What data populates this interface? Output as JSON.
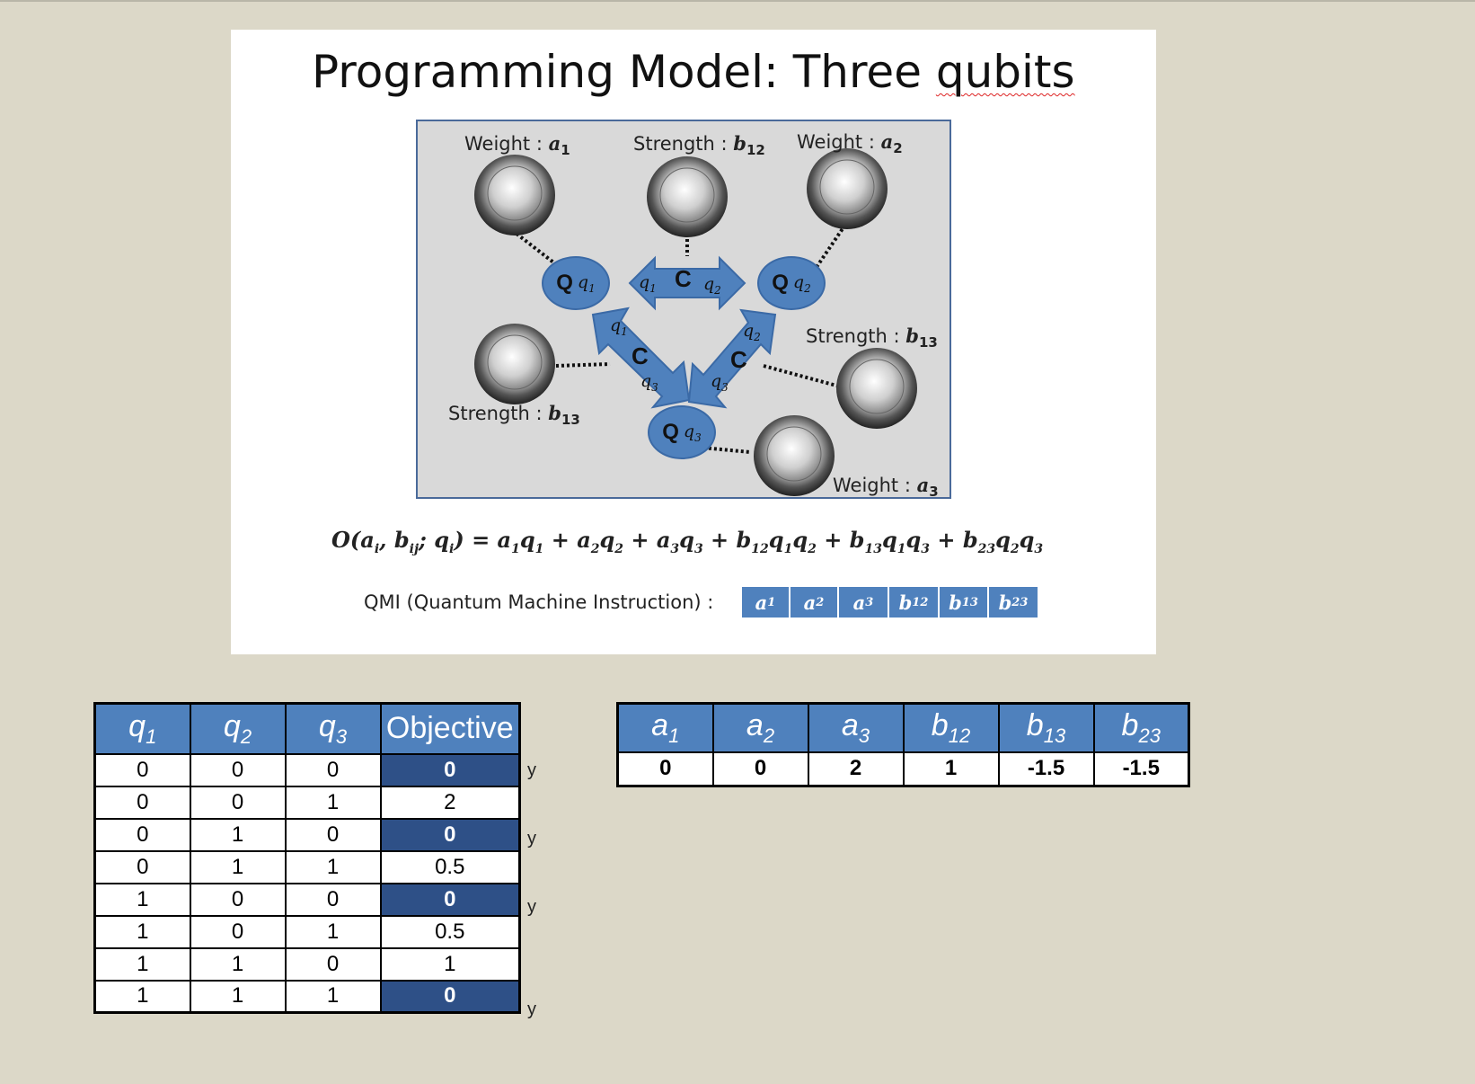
{
  "slide": {
    "title_prefix": "Programming Model: Three ",
    "title_squiggle": "qubits",
    "diagram": {
      "labels": {
        "weight_a1": {
          "text": "Weight : ",
          "sym": "a",
          "sub": "1"
        },
        "strength_b12": {
          "text": "Strength : ",
          "sym": "b",
          "sub": "12"
        },
        "weight_a2": {
          "text": "Weight : ",
          "sym": "a",
          "sub": "2"
        },
        "strength_b13_right": {
          "text": "Strength : ",
          "sym": "b",
          "sub": "13"
        },
        "strength_b13_left": {
          "text": "Strength : ",
          "sym": "b",
          "sub": "13"
        },
        "weight_a3": {
          "text": "Weight : ",
          "sym": "a",
          "sub": "3"
        }
      },
      "qubits": [
        {
          "letter": "Q",
          "sym": "q",
          "sub": "1"
        },
        {
          "letter": "Q",
          "sym": "q",
          "sub": "2"
        },
        {
          "letter": "Q",
          "sym": "q",
          "sub": "3"
        }
      ],
      "couplers": [
        {
          "letter": "C",
          "end_a": "1",
          "end_b": "2"
        },
        {
          "letter": "C",
          "end_a": "1",
          "end_b": "3"
        },
        {
          "letter": "C",
          "end_a": "2",
          "end_b": "3"
        }
      ],
      "colors": {
        "node": "#4f81bd",
        "panel": "#d9d9d9",
        "border": "#4a6a9a"
      },
      "icons": [
        "dial-knob-icon"
      ]
    },
    "formula": "O(a_i, b_ij; q_i) = a1q1 + a2q2 + a3q3 + b12q1q2 + b13q1q3 + b23q2q3",
    "qmi": {
      "label": "QMI (Quantum Machine Instruction) :",
      "cells": [
        {
          "sym": "a",
          "sub": "1"
        },
        {
          "sym": "a",
          "sub": "2"
        },
        {
          "sym": "a",
          "sub": "3"
        },
        {
          "sym": "b",
          "sub": "12"
        },
        {
          "sym": "b",
          "sub": "13"
        },
        {
          "sym": "b",
          "sub": "23"
        }
      ]
    }
  },
  "truth_table": {
    "headers": [
      {
        "sym": "q",
        "sub": "1"
      },
      {
        "sym": "q",
        "sub": "2"
      },
      {
        "sym": "q",
        "sub": "3"
      },
      {
        "text": "Objective"
      }
    ],
    "rows": [
      {
        "q1": "0",
        "q2": "0",
        "q3": "0",
        "objective": "0",
        "highlight": true,
        "mark": "y"
      },
      {
        "q1": "0",
        "q2": "0",
        "q3": "1",
        "objective": "2",
        "highlight": false,
        "mark": ""
      },
      {
        "q1": "0",
        "q2": "1",
        "q3": "0",
        "objective": "0",
        "highlight": true,
        "mark": "y"
      },
      {
        "q1": "0",
        "q2": "1",
        "q3": "1",
        "objective": "0.5",
        "highlight": false,
        "mark": ""
      },
      {
        "q1": "1",
        "q2": "0",
        "q3": "0",
        "objective": "0",
        "highlight": true,
        "mark": "y"
      },
      {
        "q1": "1",
        "q2": "0",
        "q3": "1",
        "objective": "0.5",
        "highlight": false,
        "mark": ""
      },
      {
        "q1": "1",
        "q2": "1",
        "q3": "0",
        "objective": "1",
        "highlight": false,
        "mark": ""
      },
      {
        "q1": "1",
        "q2": "1",
        "q3": "1",
        "objective": "0",
        "highlight": true,
        "mark": "y"
      }
    ],
    "highlight_color": "#2e5087"
  },
  "coef_table": {
    "headers": [
      {
        "sym": "a",
        "sub": "1"
      },
      {
        "sym": "a",
        "sub": "2"
      },
      {
        "sym": "a",
        "sub": "3"
      },
      {
        "sym": "b",
        "sub": "12"
      },
      {
        "sym": "b",
        "sub": "13"
      },
      {
        "sym": "b",
        "sub": "23"
      }
    ],
    "values": [
      "0",
      "0",
      "2",
      "1",
      "-1.5",
      "-1.5"
    ],
    "header_color": "#4f81bd"
  }
}
